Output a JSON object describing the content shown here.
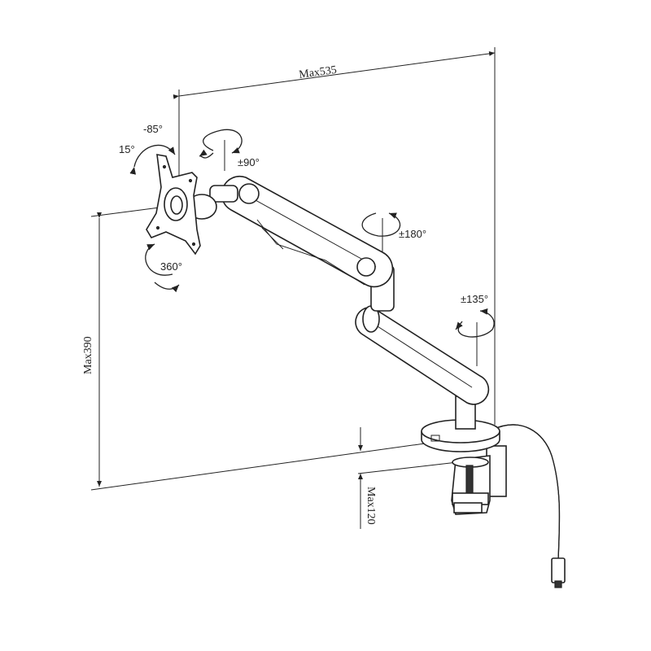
{
  "title": "Monitor arm dimension diagram",
  "dimensions": {
    "max_reach": "Max535",
    "max_height": "Max390",
    "max_clamp": "Max120"
  },
  "rotations": {
    "tilt_back": "-85°",
    "tilt_forward": "15°",
    "swivel_head": "±90°",
    "rotate_screen": "360°",
    "swivel_elbow": "±180°",
    "swivel_base": "±135°"
  }
}
